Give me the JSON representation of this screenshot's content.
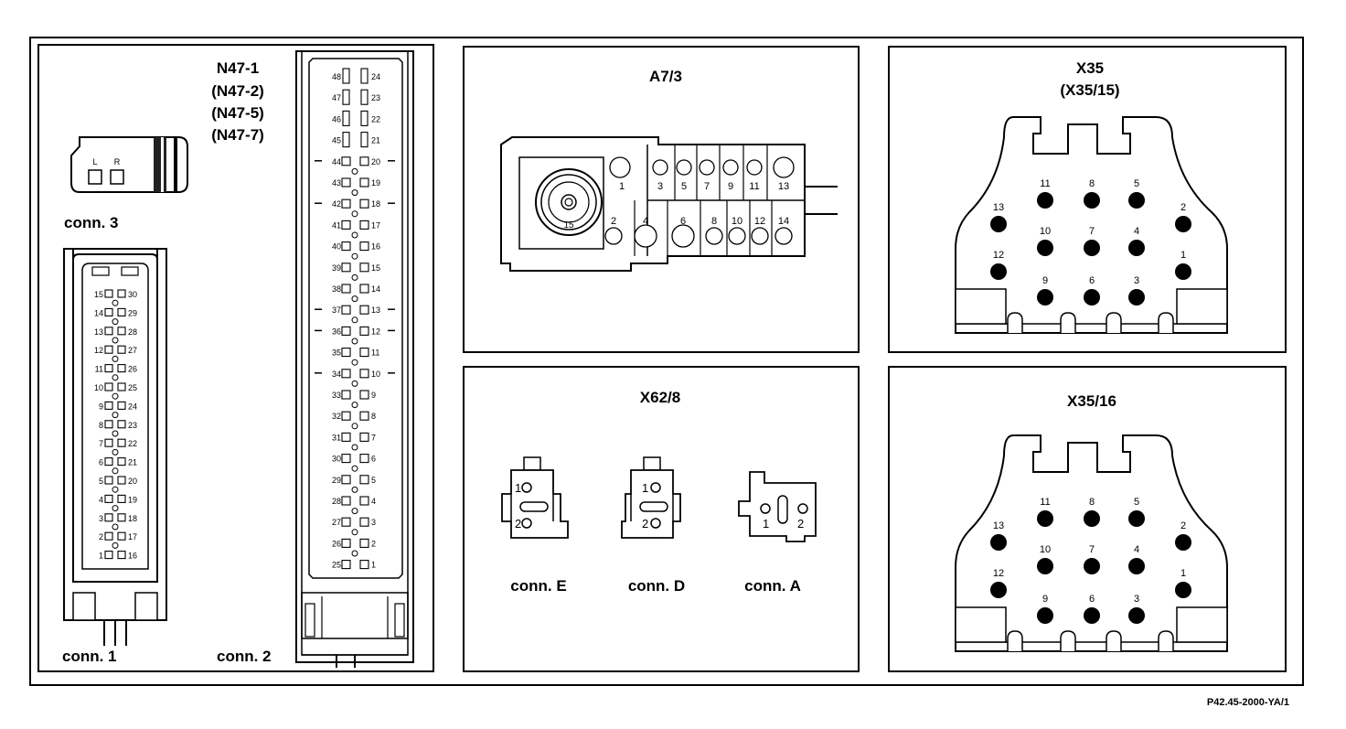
{
  "left_panel": {
    "title_lines": [
      "N47-1",
      "(N47-2)",
      "(N47-5)",
      "(N47-7)"
    ],
    "conn3": {
      "label": "conn. 3",
      "pins": [
        "L",
        "R"
      ]
    },
    "conn1": {
      "label": "conn. 1",
      "pins_left": [
        "15",
        "14",
        "13",
        "12",
        "11",
        "10",
        "9",
        "8",
        "7",
        "6",
        "5",
        "4",
        "3",
        "2",
        "1"
      ],
      "pins_right": [
        "30",
        "29",
        "28",
        "27",
        "26",
        "25",
        "24",
        "23",
        "22",
        "21",
        "20",
        "19",
        "18",
        "17",
        "16"
      ]
    },
    "conn2": {
      "label": "conn. 2",
      "pins_left": [
        "48",
        "47",
        "46",
        "45",
        "44",
        "43",
        "42",
        "41",
        "40",
        "39",
        "38",
        "37",
        "36",
        "35",
        "34",
        "33",
        "32",
        "31",
        "30",
        "29",
        "28",
        "27",
        "26",
        "25"
      ],
      "pins_right": [
        "24",
        "23",
        "22",
        "21",
        "20",
        "19",
        "18",
        "17",
        "16",
        "15",
        "14",
        "13",
        "12",
        "11",
        "10",
        "9",
        "8",
        "7",
        "6",
        "5",
        "4",
        "3",
        "2",
        "1"
      ]
    }
  },
  "a73": {
    "title": "A7/3",
    "top_pins": [
      "1",
      "3",
      "5",
      "7",
      "9",
      "11",
      "13"
    ],
    "bottom_pins": [
      "2",
      "4",
      "6",
      "8",
      "10",
      "12",
      "14"
    ],
    "center_pin": "15"
  },
  "x628": {
    "title": "X62/8",
    "connectors": [
      {
        "label": "conn. E",
        "pin1": "1",
        "pin2": "2"
      },
      {
        "label": "conn. D",
        "pin1": "1",
        "pin2": "2"
      },
      {
        "label": "conn. A",
        "pin1": "1",
        "pin2": "2"
      }
    ]
  },
  "x35": {
    "title": "X35",
    "subtitle": "(X35/15)",
    "pins": [
      "1",
      "2",
      "3",
      "4",
      "5",
      "6",
      "7",
      "8",
      "9",
      "10",
      "11",
      "12",
      "13"
    ]
  },
  "x3516": {
    "title": "X35/16",
    "pins": [
      "1",
      "2",
      "3",
      "4",
      "5",
      "6",
      "7",
      "8",
      "9",
      "10",
      "11",
      "12",
      "13"
    ]
  },
  "reference": "P42.45-2000-YA/1"
}
